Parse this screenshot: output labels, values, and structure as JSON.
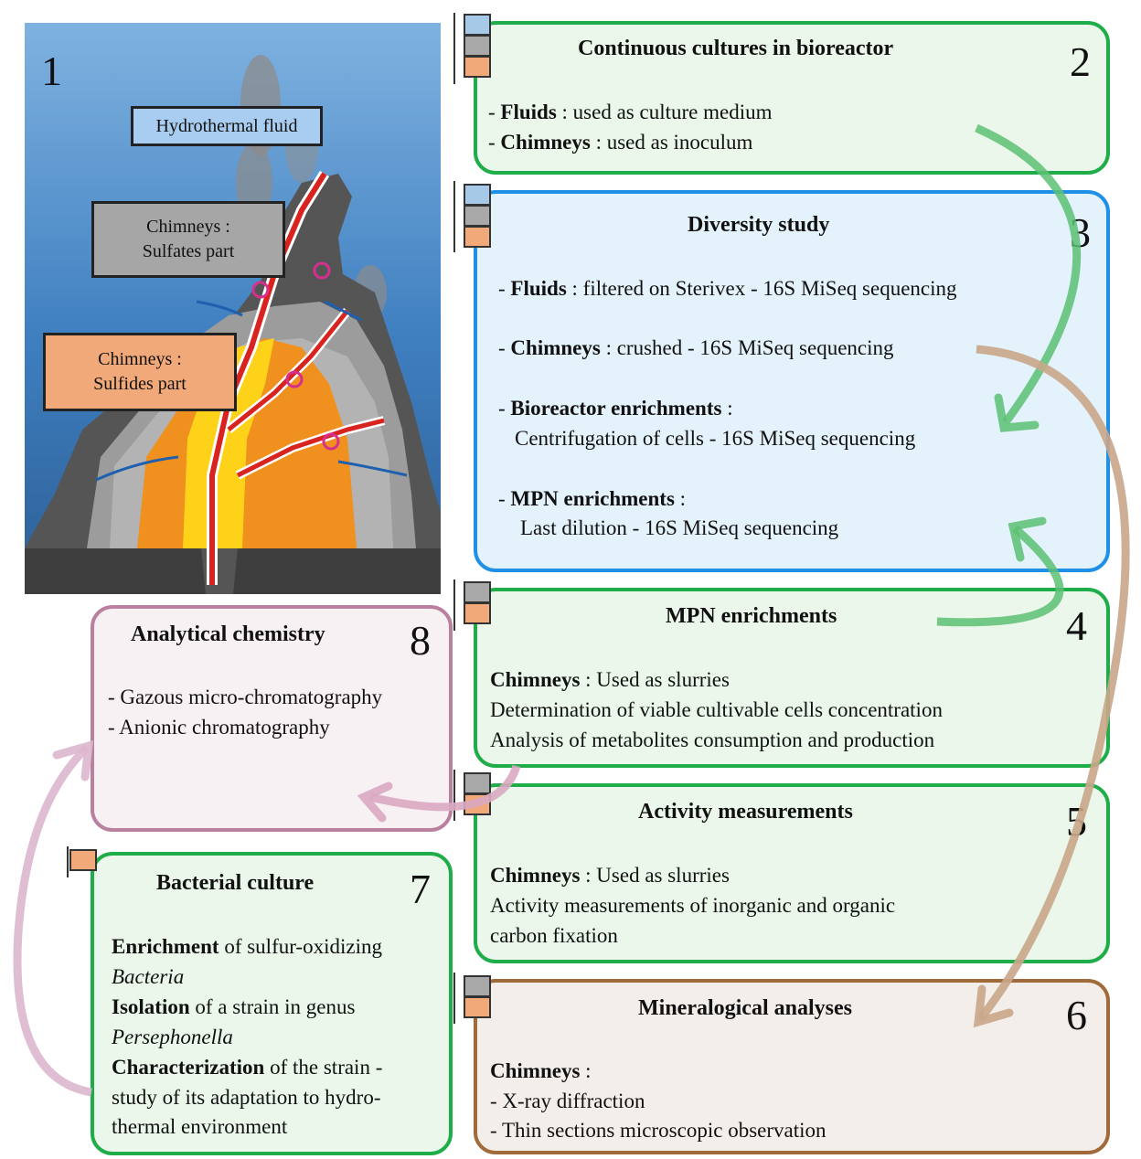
{
  "illustration": {
    "number": "1",
    "labels": {
      "fluid": "Hydrothermal fluid",
      "sulfates_line1": "Chimneys :",
      "sulfates_line2": "Sulfates part",
      "sulfides_line1": "Chimneys :",
      "sulfides_line2": "Sulfides part"
    }
  },
  "box2": {
    "number": "2",
    "title": "Continuous cultures in bioreactor",
    "l1_bold": "Fluids",
    "l1_text": " : used as culture medium",
    "l2_bold": "Chimneys",
    "l2_text": " : used as inoculum"
  },
  "box3": {
    "number": "3",
    "title": "Diversity study",
    "l1_bold": "Fluids",
    "l1_text": " : filtered on Sterivex - 16S MiSeq sequencing",
    "l2_bold": "Chimneys",
    "l2_text": " : crushed - 16S MiSeq sequencing",
    "l3_bold": "Bioreactor enrichments",
    "l3_text": " :",
    "l3b": "Centrifugation of cells - 16S MiSeq sequencing",
    "l4_bold": "MPN enrichments",
    "l4_text": " :",
    "l4b": "Last dilution - 16S MiSeq sequencing"
  },
  "box4": {
    "number": "4",
    "title": "MPN enrichments",
    "l1_bold": "Chimneys",
    "l1_text": " : Used as slurries",
    "l2": "Determination of viable cultivable cells concentration",
    "l3": "Analysis of metabolites consumption and production"
  },
  "box5": {
    "number": "5",
    "title": "Activity measurements",
    "l1_bold": "Chimneys",
    "l1_text": " : Used as slurries",
    "l2": "Activity measurements of inorganic and organic",
    "l3": "carbon fixation"
  },
  "box6": {
    "number": "6",
    "title": "Mineralogical analyses",
    "l1_bold": "Chimneys",
    "l1_text": " :",
    "l2": "- X-ray diffraction",
    "l3": "- Thin sections microscopic observation"
  },
  "box7": {
    "number": "7",
    "title": "Bacterial culture",
    "l1_bold": "Enrichment",
    "l1_text": " of sulfur-oxidizing",
    "l2_italic": "Bacteria",
    "l3_bold": "Isolation",
    "l3_text": " of a strain in genus",
    "l4_italic": "Persephonella",
    "l5_bold": "Characterization",
    "l5_text": " of the strain -",
    "l6": "study of its adaptation to hydro-",
    "l7": "thermal environment"
  },
  "box8": {
    "number": "8",
    "title": "Analytical chemistry",
    "l1": "- Gazous micro-chromatography",
    "l2": "- Anionic chromatography"
  },
  "colors": {
    "green_border": "#1fad4a",
    "blue_border": "#1e90e8",
    "pink_border": "#b9809f",
    "brown_border": "#a06a3a",
    "sample_fluid": "#a7c9e8",
    "sample_sulfates": "#a9a9a9",
    "sample_sulfides": "#f2a97a"
  }
}
